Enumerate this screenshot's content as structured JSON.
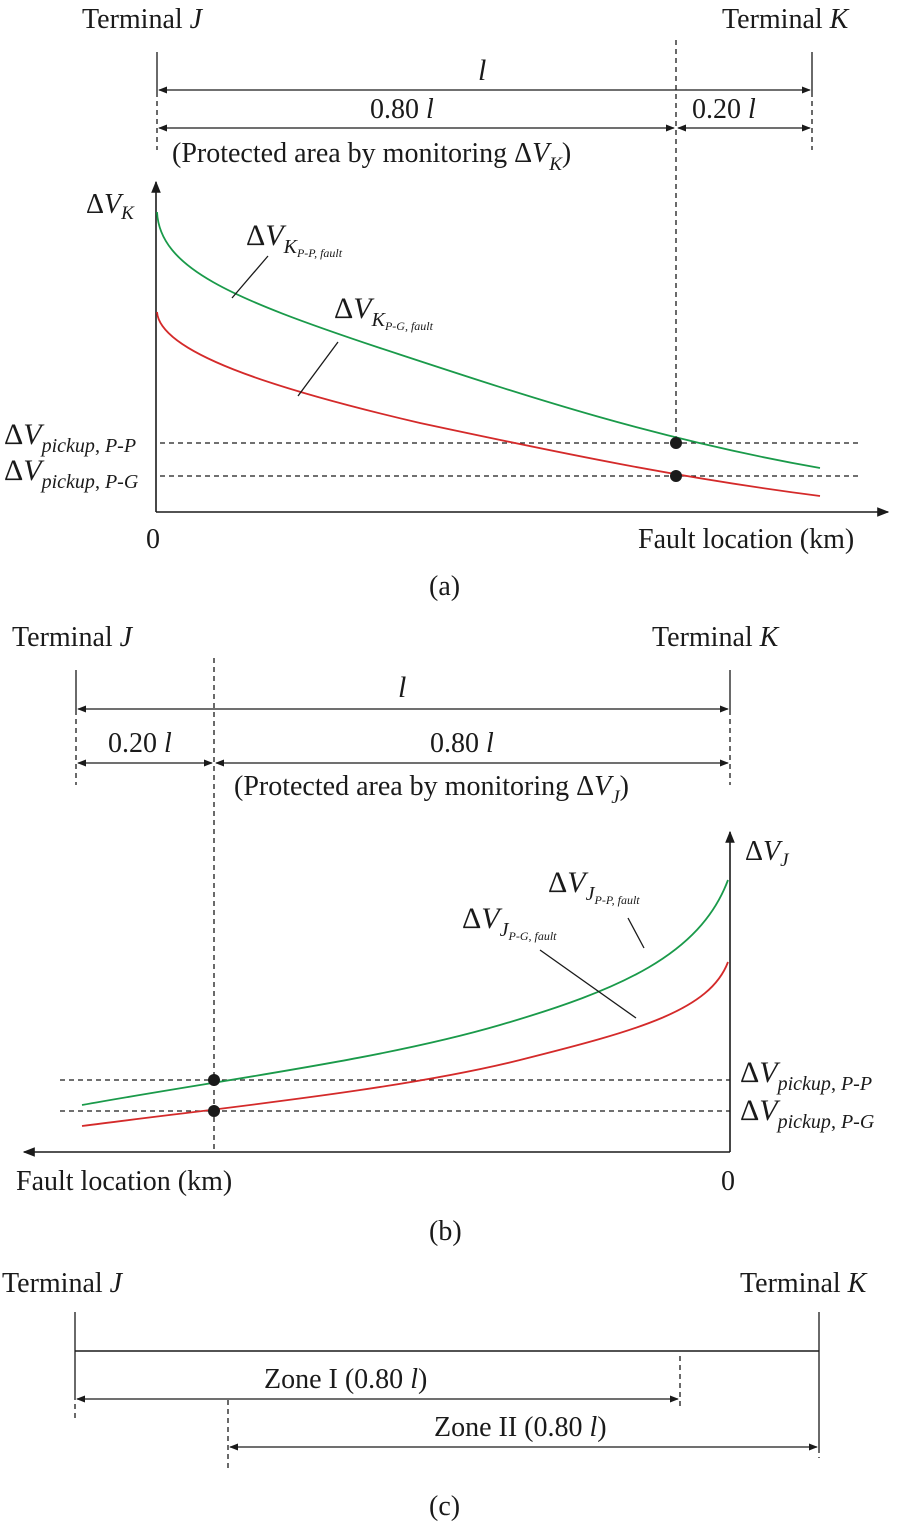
{
  "panel_a": {
    "terminal_j": "Terminal ",
    "terminal_j_letter": "J",
    "terminal_k": "Terminal ",
    "terminal_k_letter": "K",
    "span_total": "l",
    "span_left": "0.80 ",
    "span_left_l": "l",
    "span_right": "0.20 ",
    "span_right_l": "l",
    "protected": "(Protected area by monitoring Δ",
    "protected_v": "V",
    "protected_sub": "K",
    "protected_close": ")",
    "y_axis_delta": "Δ",
    "y_axis_v": "V",
    "y_axis_sub": "K",
    "curve_pp": {
      "delta": "Δ",
      "v": "V",
      "sub": "K",
      "subsub": "P-P, fault"
    },
    "curve_pg": {
      "delta": "Δ",
      "v": "V",
      "sub": "K",
      "subsub": "P-G, fault"
    },
    "pickup_pp": {
      "delta": "Δ",
      "v": "V",
      "sub": "pickup",
      "tail": ", ",
      "tail_it": "P-P"
    },
    "pickup_pg": {
      "delta": "Δ",
      "v": "V",
      "sub": "pickup",
      "tail": ", ",
      "tail_it": "P-G"
    },
    "origin": "0",
    "x_axis_label": "Fault location (km)",
    "caption": "(a)"
  },
  "panel_b": {
    "terminal_j": "Terminal ",
    "terminal_j_letter": "J",
    "terminal_k": "Terminal ",
    "terminal_k_letter": "K",
    "span_total": "l",
    "span_left": "0.20 ",
    "span_left_l": "l",
    "span_right": "0.80 ",
    "span_right_l": "l",
    "protected": "(Protected area by monitoring Δ",
    "protected_v": "V",
    "protected_sub": "J",
    "protected_close": ")",
    "y_axis_delta": "Δ",
    "y_axis_v": "V",
    "y_axis_sub": "J",
    "curve_pp": {
      "delta": "Δ",
      "v": "V",
      "sub": "J",
      "subsub": "P-P, fault"
    },
    "curve_pg": {
      "delta": "Δ",
      "v": "V",
      "sub": "J",
      "subsub": "P-G, fault"
    },
    "pickup_pp": {
      "delta": "Δ",
      "v": "V",
      "sub": "pickup",
      "tail": ", ",
      "tail_it": "P-P"
    },
    "pickup_pg": {
      "delta": "Δ",
      "v": "V",
      "sub": "pickup",
      "tail": ", ",
      "tail_it": "P-G"
    },
    "origin": "0",
    "x_axis_label": "Fault location (km)",
    "caption": "(b)"
  },
  "panel_c": {
    "terminal_j": "Terminal ",
    "terminal_j_letter": "J",
    "terminal_k": "Terminal ",
    "terminal_k_letter": "K",
    "zone1": "Zone I (0.80 ",
    "zone1_l": "l",
    "zone1_close": ")",
    "zone2": "Zone II (0.80 ",
    "zone2_l": "l",
    "zone2_close": ")",
    "caption": "(c)"
  },
  "colors": {
    "curve_pp": "#1a9a4a",
    "curve_pg": "#d42a2a",
    "ink": "#1a1a1a"
  }
}
